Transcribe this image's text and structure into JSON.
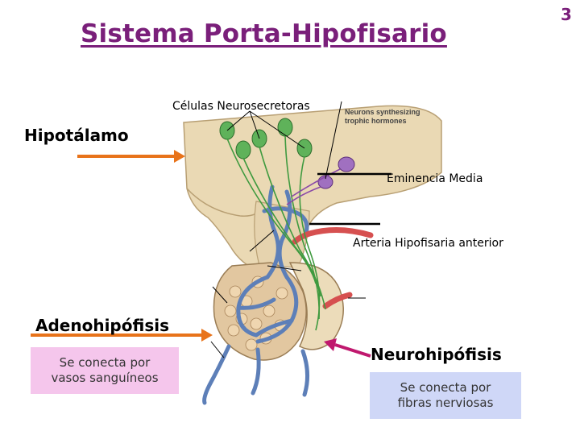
{
  "title": "Sistema Porta-Hipofisario",
  "slide_number": "3",
  "labels": {
    "celulas": "Células Neurosecretoras",
    "hipotalamo": "Hipotálamo",
    "eminencia": "Eminencia Media",
    "arteria": "Arteria Hipofisaria anterior",
    "adenohipofisis": "Adenohipófisis",
    "neurohipofisis": "Neurohipófisis"
  },
  "boxes": {
    "adeno": [
      "Se conecta por",
      "vasos sanguíneos"
    ],
    "neuro": [
      "Se conecta por",
      "fibras nerviosas"
    ]
  },
  "artwork_text": [
    "Neurons synthesizing",
    "trophic hormones"
  ],
  "colors": {
    "title": "#7a1f7a",
    "arrow_orange": "#e8731a",
    "arrow_magenta": "#c0186e",
    "box_adeno": "#f5c6ec",
    "box_neuro": "#cfd7f7",
    "vessel_blue": "#5d7fb8",
    "vessel_red": "#d65050",
    "nerve_green": "#3f9a3f",
    "neuron_purple": "#8a4aa8",
    "tissue": "#e9d9b6"
  }
}
